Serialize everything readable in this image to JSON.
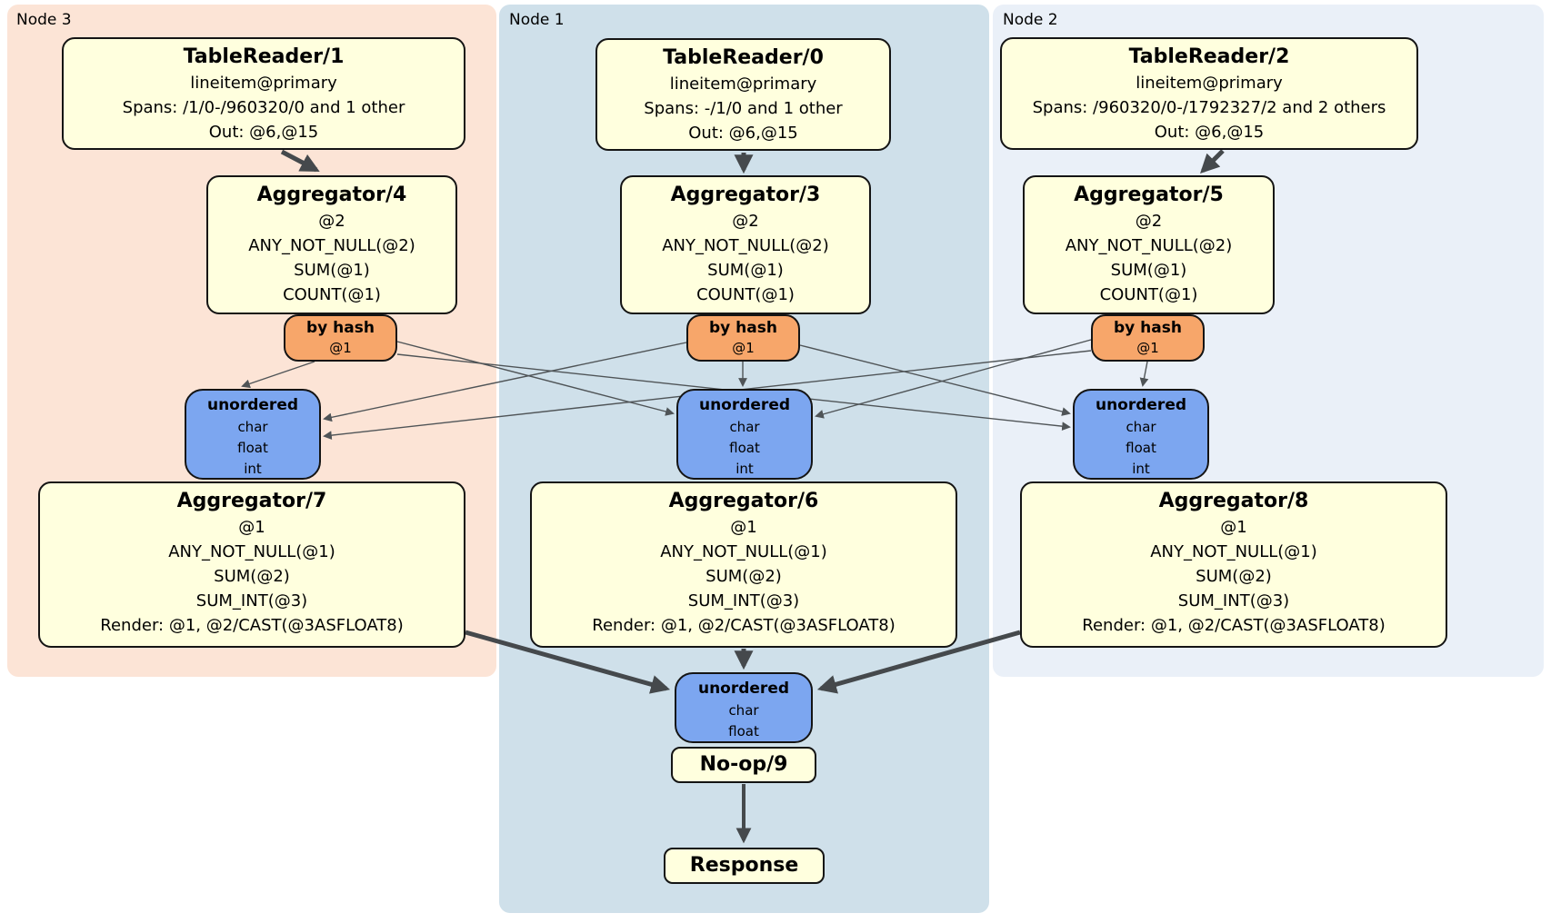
{
  "panels": {
    "node3": {
      "label": "Node 3"
    },
    "node1": {
      "label": "Node 1"
    },
    "node2": {
      "label": "Node 2"
    }
  },
  "nodes": {
    "tr1": {
      "title": "TableReader/1",
      "lines": [
        "lineitem@primary",
        "Spans: /1/0-/960320/0 and 1 other",
        "Out: @6,@15"
      ]
    },
    "tr0": {
      "title": "TableReader/0",
      "lines": [
        "lineitem@primary",
        "Spans: -/1/0 and 1 other",
        "Out: @6,@15"
      ]
    },
    "tr2": {
      "title": "TableReader/2",
      "lines": [
        "lineitem@primary",
        "Spans: /960320/0-/1792327/2 and 2 others",
        "Out: @6,@15"
      ]
    },
    "agg4": {
      "title": "Aggregator/4",
      "lines": [
        "@2",
        "ANY_NOT_NULL(@2)",
        "SUM(@1)",
        "COUNT(@1)"
      ]
    },
    "agg3": {
      "title": "Aggregator/3",
      "lines": [
        "@2",
        "ANY_NOT_NULL(@2)",
        "SUM(@1)",
        "COUNT(@1)"
      ]
    },
    "agg5": {
      "title": "Aggregator/5",
      "lines": [
        "@2",
        "ANY_NOT_NULL(@2)",
        "SUM(@1)",
        "COUNT(@1)"
      ]
    },
    "agg7": {
      "title": "Aggregator/7",
      "lines": [
        "@1",
        "ANY_NOT_NULL(@1)",
        "SUM(@2)",
        "SUM_INT(@3)",
        "Render: @1, @2/CAST(@3ASFLOAT8)"
      ]
    },
    "agg6": {
      "title": "Aggregator/6",
      "lines": [
        "@1",
        "ANY_NOT_NULL(@1)",
        "SUM(@2)",
        "SUM_INT(@3)",
        "Render: @1, @2/CAST(@3ASFLOAT8)"
      ]
    },
    "agg8": {
      "title": "Aggregator/8",
      "lines": [
        "@1",
        "ANY_NOT_NULL(@1)",
        "SUM(@2)",
        "SUM_INT(@3)",
        "Render: @1, @2/CAST(@3ASFLOAT8)"
      ]
    },
    "hash4": {
      "title": "by hash",
      "lines": [
        "@1"
      ]
    },
    "hash3": {
      "title": "by hash",
      "lines": [
        "@1"
      ]
    },
    "hash5": {
      "title": "by hash",
      "lines": [
        "@1"
      ]
    },
    "sync7": {
      "title": "unordered",
      "lines": [
        "char",
        "float",
        "int"
      ]
    },
    "sync6": {
      "title": "unordered",
      "lines": [
        "char",
        "float",
        "int"
      ]
    },
    "sync8": {
      "title": "unordered",
      "lines": [
        "char",
        "float",
        "int"
      ]
    },
    "syncF": {
      "title": "unordered",
      "lines": [
        "char",
        "float"
      ]
    },
    "noop": {
      "title": "No-op/9"
    },
    "response": {
      "title": "Response"
    }
  },
  "colors": {
    "node3_bg": "#fce4d6",
    "node1_bg": "#cfe0ea",
    "node2_bg": "#eaf0f8",
    "box_bg": "#ffffde",
    "router_bg": "#f7a66a",
    "sync_bg": "#7ca6f0",
    "box_border": "#141414",
    "edge_thick": "#45494c",
    "edge_thin": "#4f5457"
  }
}
